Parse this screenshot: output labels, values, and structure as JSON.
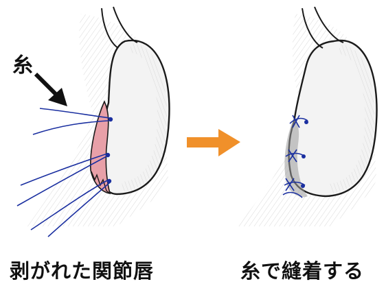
{
  "labels": {
    "thread": "糸",
    "before_caption": "剥がれた関節唇",
    "after_caption": "糸で縫着する"
  },
  "colors": {
    "arrow": "#f0902a",
    "suture": "#1a2fa0",
    "outline": "#1a1a1a",
    "labrum_red": "#e8a0a8",
    "pencil_shade": "#c9c9c9"
  }
}
